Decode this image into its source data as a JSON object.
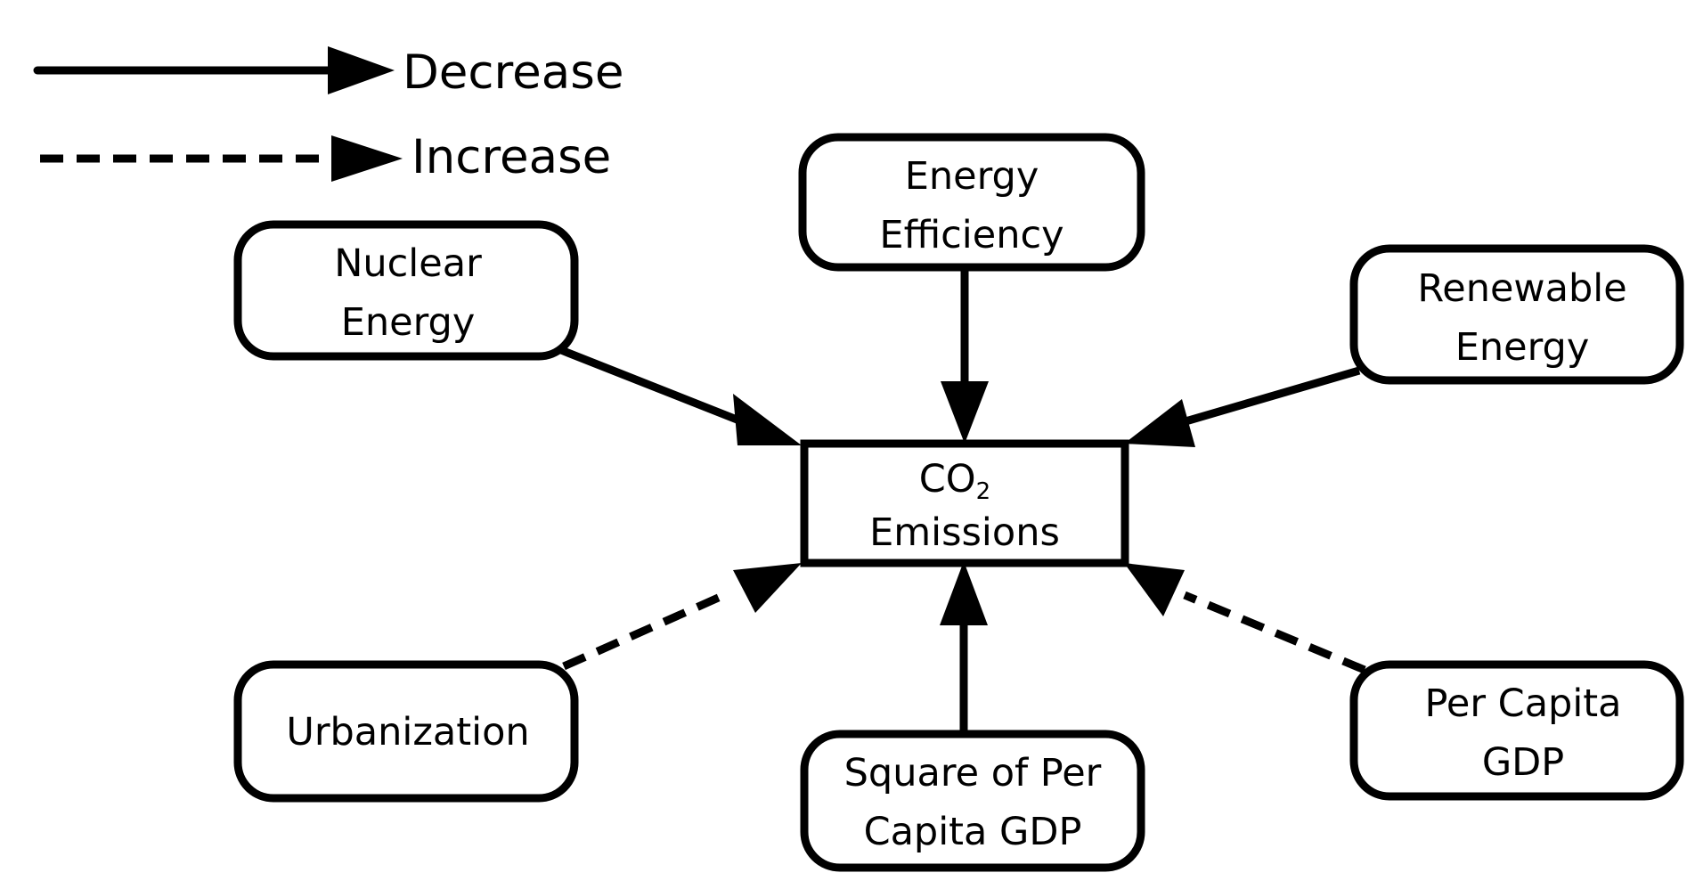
{
  "legend": {
    "decrease_label": "Decrease",
    "increase_label": "Increase"
  },
  "nodes": {
    "energy_efficiency": {
      "line1": "Energy",
      "line2": "Efficiency"
    },
    "nuclear_energy": {
      "line1": "Nuclear",
      "line2": "Energy"
    },
    "renewable_energy": {
      "line1": "Renewable",
      "line2": "Energy"
    },
    "co2_emissions": {
      "line1_main": "CO",
      "line1_subscript": "2",
      "line2": "Emissions"
    },
    "urbanization": {
      "line1": "Urbanization"
    },
    "square_per_capita_gdp": {
      "line1": "Square of Per",
      "line2": "Capita GDP"
    },
    "per_capita_gdp": {
      "line1": "Per Capita",
      "line2": "GDP"
    }
  },
  "edges": [
    {
      "from": "Nuclear Energy",
      "to": "CO2 Emissions",
      "effect": "Decrease"
    },
    {
      "from": "Energy Efficiency",
      "to": "CO2 Emissions",
      "effect": "Decrease"
    },
    {
      "from": "Renewable Energy",
      "to": "CO2 Emissions",
      "effect": "Decrease"
    },
    {
      "from": "Square of Per Capita GDP",
      "to": "CO2 Emissions",
      "effect": "Decrease"
    },
    {
      "from": "Urbanization",
      "to": "CO2 Emissions",
      "effect": "Increase"
    },
    {
      "from": "Per Capita GDP",
      "to": "CO2 Emissions",
      "effect": "Increase"
    }
  ]
}
